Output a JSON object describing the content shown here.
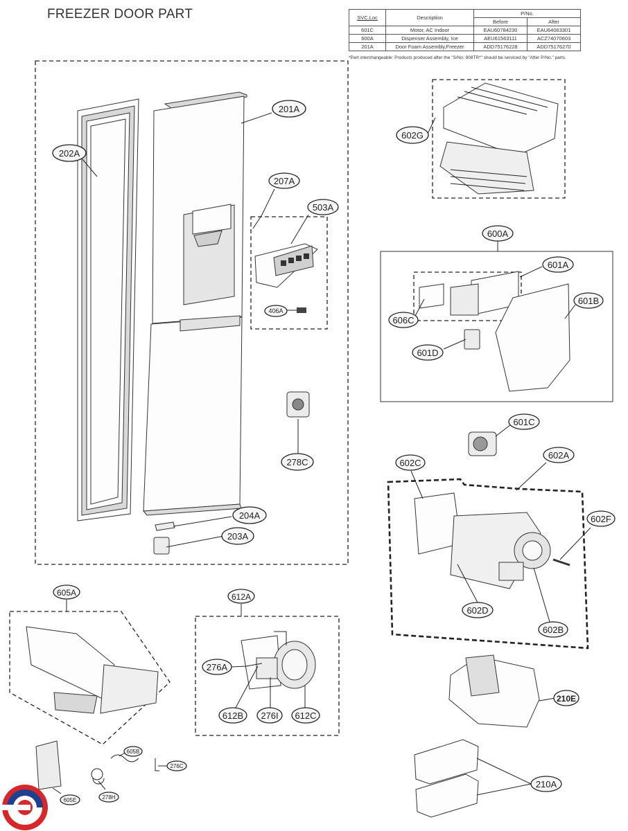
{
  "title": "FREEZER DOOR PART",
  "table": {
    "headers": {
      "svc_loc": "SVC.Loc",
      "description": "Description",
      "pno": "P/No.",
      "before": "Before",
      "after": "After"
    },
    "rows": [
      {
        "svc": "601C",
        "desc": "Motor, AC Indoor",
        "before": "EAU60784230",
        "after": "EAU64063301"
      },
      {
        "svc": "600A",
        "desc": "Dispenser Assembly, Ice",
        "before": "AEU61563111",
        "after": "ACZ74070603"
      },
      {
        "svc": "201A",
        "desc": "Door Foam Assembly,Freezer",
        "before": "ADD75176228",
        "after": "ADD75176270"
      }
    ],
    "note": "*Part interchangeable: Products produced after the \"S/No: 908TR*\" should be serviced by \"After P/No.\" parts."
  },
  "labels": {
    "l201A": "201A",
    "l202A": "202A",
    "l207A": "207A",
    "l503A": "503A",
    "l406A": "406A",
    "l278C": "278C",
    "l204A": "204A",
    "l203A": "203A",
    "l602G": "602G",
    "l600A": "600A",
    "l601A": "601A",
    "l601B": "601B",
    "l606C": "606C",
    "l601D": "601D",
    "l601C": "601C",
    "l602C": "602C",
    "l602A": "602A",
    "l602F": "602F",
    "l602D": "602D",
    "l602B": "602B",
    "l605A": "605A",
    "l612A": "612A",
    "l276A": "276A",
    "l612B": "612B",
    "l276I": "276I",
    "l612C": "612C",
    "l605B": "605B",
    "l276C": "276C",
    "l278H": "278H",
    "l605E": "605E",
    "l210E": "210E",
    "l210A": "210A"
  },
  "colors": {
    "line": "#222222",
    "logo_red": "#d6282b",
    "logo_blue": "#1f3f8f"
  }
}
